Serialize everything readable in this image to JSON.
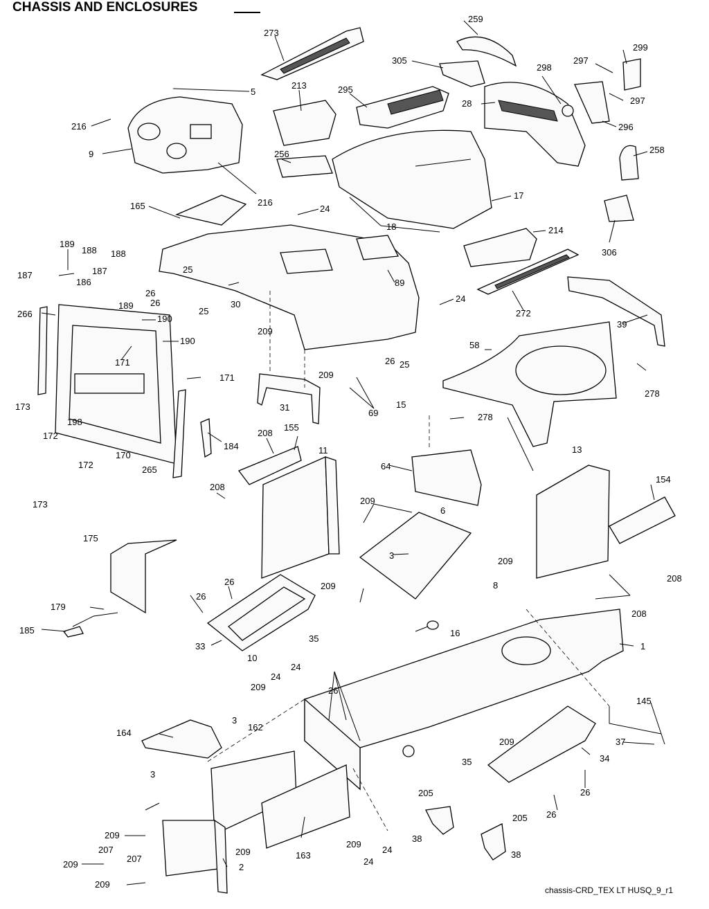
{
  "title": "CHASSIS AND ENCLOSURES",
  "caption": "chassis-CRD_TEX LT HUSQ_9_r1",
  "labels": [
    "273",
    "259",
    "299",
    "305",
    "297",
    "298",
    "297",
    "5",
    "213",
    "295",
    "28",
    "216",
    "296",
    "9",
    "256",
    "258",
    "216",
    "17",
    "165",
    "24",
    "214",
    "306",
    "18",
    "189",
    "188",
    "187",
    "187",
    "186",
    "189",
    "188",
    "25",
    "26",
    "26",
    "25",
    "30",
    "89",
    "24",
    "272",
    "39",
    "266",
    "190",
    "190",
    "171",
    "171",
    "209",
    "26",
    "25",
    "58",
    "209",
    "69",
    "31",
    "278",
    "173",
    "172",
    "198",
    "184",
    "15",
    "278",
    "208",
    "155",
    "11",
    "64",
    "13",
    "154",
    "172",
    "170",
    "265",
    "173",
    "208",
    "209",
    "6",
    "209",
    "3",
    "208",
    "175",
    "26",
    "209",
    "8",
    "208",
    "26",
    "179",
    "35",
    "185",
    "33",
    "16",
    "10",
    "1",
    "26",
    "24",
    "24",
    "209",
    "145",
    "164",
    "3",
    "162",
    "209",
    "37",
    "35",
    "34",
    "3",
    "26",
    "26",
    "205",
    "209",
    "205",
    "207",
    "209",
    "38",
    "207",
    "209",
    "24",
    "24",
    "209",
    "38",
    "163",
    "2",
    "209"
  ]
}
